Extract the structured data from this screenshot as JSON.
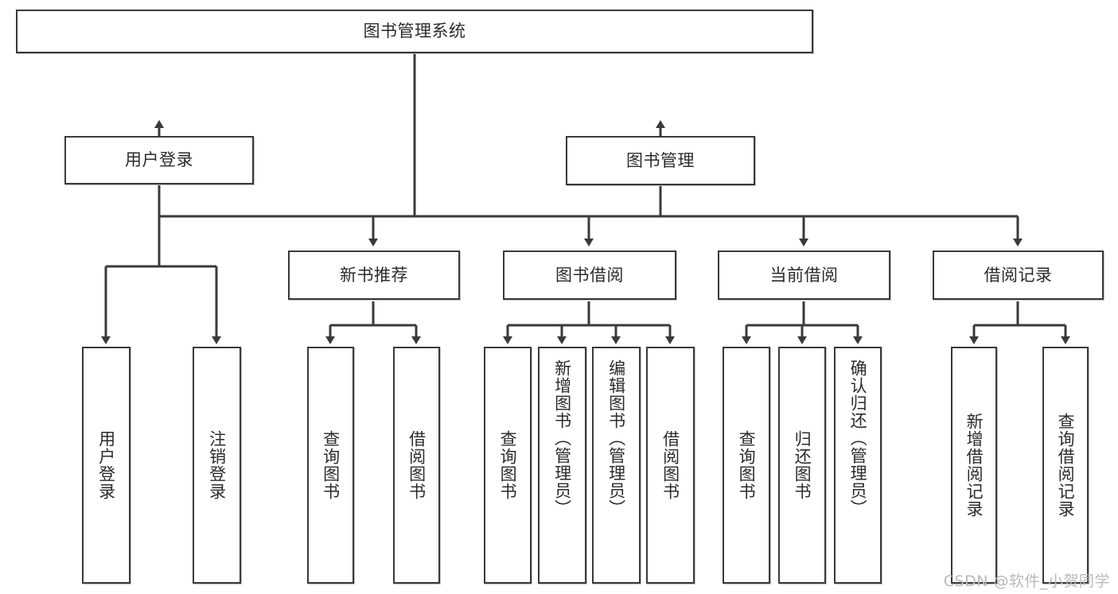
{
  "diagram": {
    "type": "hierarchy-tree",
    "title": "图书管理系统",
    "orientation": "top-down",
    "colors": {
      "box_border": "#3a3a3a",
      "box_fill": "#ffffff",
      "connector": "#3a3a3a",
      "text": "#2b2b2b",
      "watermark": "#b9b9b9",
      "background": "#ffffff"
    },
    "root": {
      "id": "root",
      "label": "图书管理系统"
    },
    "level2": [
      {
        "id": "user-login",
        "label": "用户登录"
      },
      {
        "id": "book-manage",
        "label": "图书管理"
      }
    ],
    "level3": [
      {
        "id": "new-book-recommend",
        "label": "新书推荐",
        "parent": "book-manage"
      },
      {
        "id": "book-borrow",
        "label": "图书借阅",
        "parent": "book-manage"
      },
      {
        "id": "current-borrow",
        "label": "当前借阅",
        "parent": "book-manage"
      },
      {
        "id": "borrow-record",
        "label": "借阅记录",
        "parent": "book-manage"
      }
    ],
    "leaves": [
      {
        "id": "leaf-user-login",
        "label": "用户登录",
        "parent": "user-login"
      },
      {
        "id": "leaf-user-logout",
        "label": "注销登录",
        "parent": "user-login"
      },
      {
        "id": "leaf-query-book-1",
        "label": "查询图书",
        "parent": "new-book-recommend"
      },
      {
        "id": "leaf-borrow-book-1",
        "label": "借阅图书",
        "parent": "new-book-recommend"
      },
      {
        "id": "leaf-query-book-2",
        "label": "查询图书",
        "parent": "book-borrow"
      },
      {
        "id": "leaf-add-book",
        "label": "新增图书（管理员）",
        "parent": "book-borrow"
      },
      {
        "id": "leaf-edit-book",
        "label": "编辑图书（管理员）",
        "parent": "book-borrow"
      },
      {
        "id": "leaf-borrow-book-2",
        "label": "借阅图书",
        "parent": "book-borrow"
      },
      {
        "id": "leaf-query-book-3",
        "label": "查询图书",
        "parent": "current-borrow"
      },
      {
        "id": "leaf-return-book",
        "label": "归还图书",
        "parent": "current-borrow"
      },
      {
        "id": "leaf-confirm-return",
        "label": "确认归还（管理员）",
        "parent": "current-borrow"
      },
      {
        "id": "leaf-add-record",
        "label": "新增借阅记录",
        "parent": "borrow-record"
      },
      {
        "id": "leaf-query-record",
        "label": "查询借阅记录",
        "parent": "borrow-record"
      }
    ]
  },
  "watermark": {
    "text": "CSDN @软件_小贺同学"
  }
}
